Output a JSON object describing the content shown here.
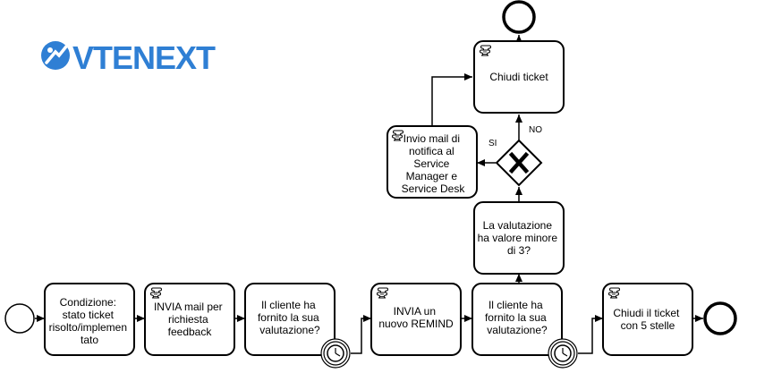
{
  "logo": {
    "text": "VTENEXT",
    "color": "#2f7fd4"
  },
  "tasks": {
    "condition": [
      "Condizione:",
      "stato ticket",
      "risolto/implemen",
      "tato"
    ],
    "send_feedback": [
      "INVIA mail per",
      "richiesta",
      "feedback"
    ],
    "check_rating_1": [
      "Il cliente ha",
      "fornito la sua",
      "valutazione?"
    ],
    "send_remind": [
      "INVIA un",
      "nuovo REMIND"
    ],
    "check_rating_2": [
      "Il cliente ha",
      "fornito la sua",
      "valutazione?"
    ],
    "close_5_stars": [
      "Chiudi il ticket",
      "con 5 stelle"
    ],
    "rating_below_3": [
      "La valutazione",
      "ha valore minore",
      "di 3?"
    ],
    "notify_mail": [
      "Invio mail di",
      "notifica al",
      "Service",
      "Manager e",
      "Service Desk"
    ],
    "close_ticket": [
      "Chiudi ticket"
    ]
  },
  "gateway_labels": {
    "yes": "SI",
    "no": "NO"
  },
  "icons": {
    "script": "script-icon",
    "timer": "timer-icon",
    "gateway": "exclusive-gateway-x"
  }
}
